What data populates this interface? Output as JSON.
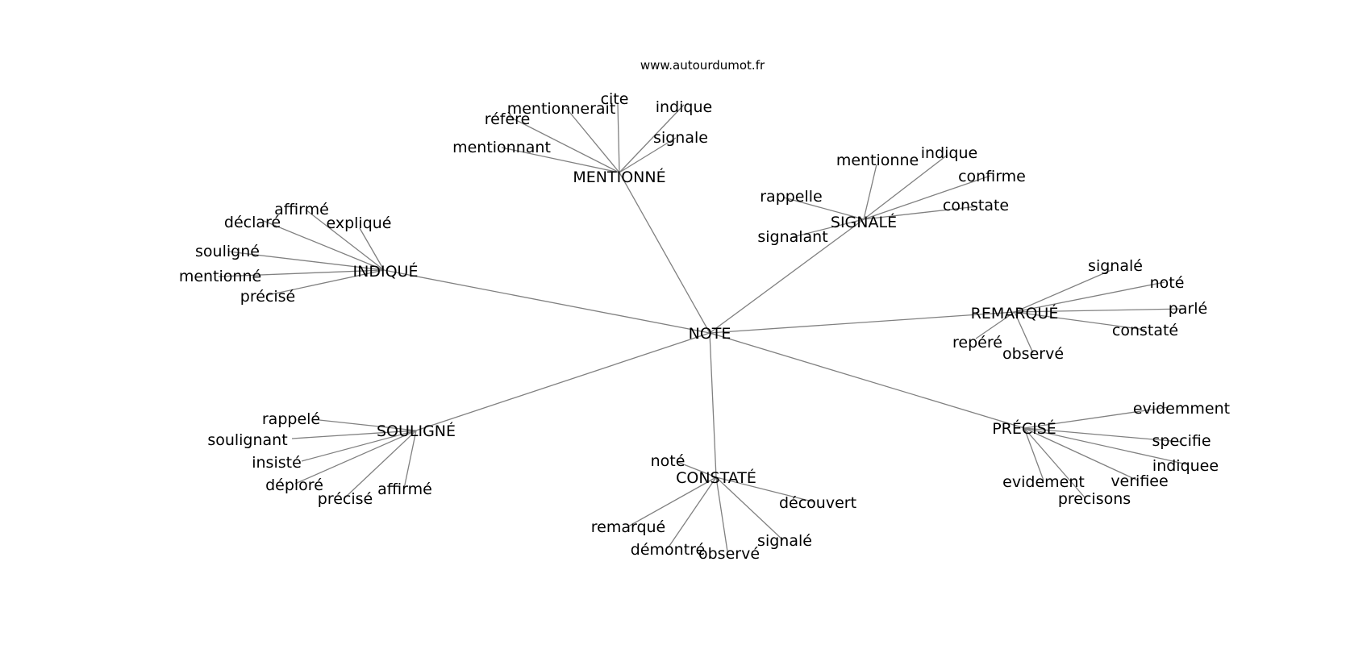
{
  "website": "www.autourdumot.fr",
  "graph": {
    "center": "NOTE",
    "clusters": [
      {
        "label": "MENTIONNÉ",
        "leaves": [
          "mentionnerait",
          "cite",
          "indique",
          "réfère",
          "signale",
          "mentionnant"
        ]
      },
      {
        "label": "SIGNALÉ",
        "leaves": [
          "mentionne",
          "indique",
          "confirme",
          "rappelle",
          "constate",
          "signalant"
        ]
      },
      {
        "label": "INDIQUÉ",
        "leaves": [
          "affirmé",
          "déclaré",
          "expliqué",
          "souligné",
          "mentionné",
          "précisé"
        ]
      },
      {
        "label": "REMARQUÉ",
        "leaves": [
          "signalé",
          "noté",
          "parlé",
          "constaté",
          "repéré",
          "observé"
        ]
      },
      {
        "label": "SOULIGNÉ",
        "leaves": [
          "rappelé",
          "soulignant",
          "insisté",
          "déploré",
          "précisé",
          "affirmé"
        ]
      },
      {
        "label": "PRÉCISÉ",
        "leaves": [
          "evidemment",
          "specifie",
          "indiquee",
          "verifiee",
          "evidement",
          "precisons"
        ]
      },
      {
        "label": "CONSTATÉ",
        "leaves": [
          "noté",
          "découvert",
          "remarqué",
          "démontré",
          "observé",
          "signalé"
        ]
      }
    ]
  }
}
